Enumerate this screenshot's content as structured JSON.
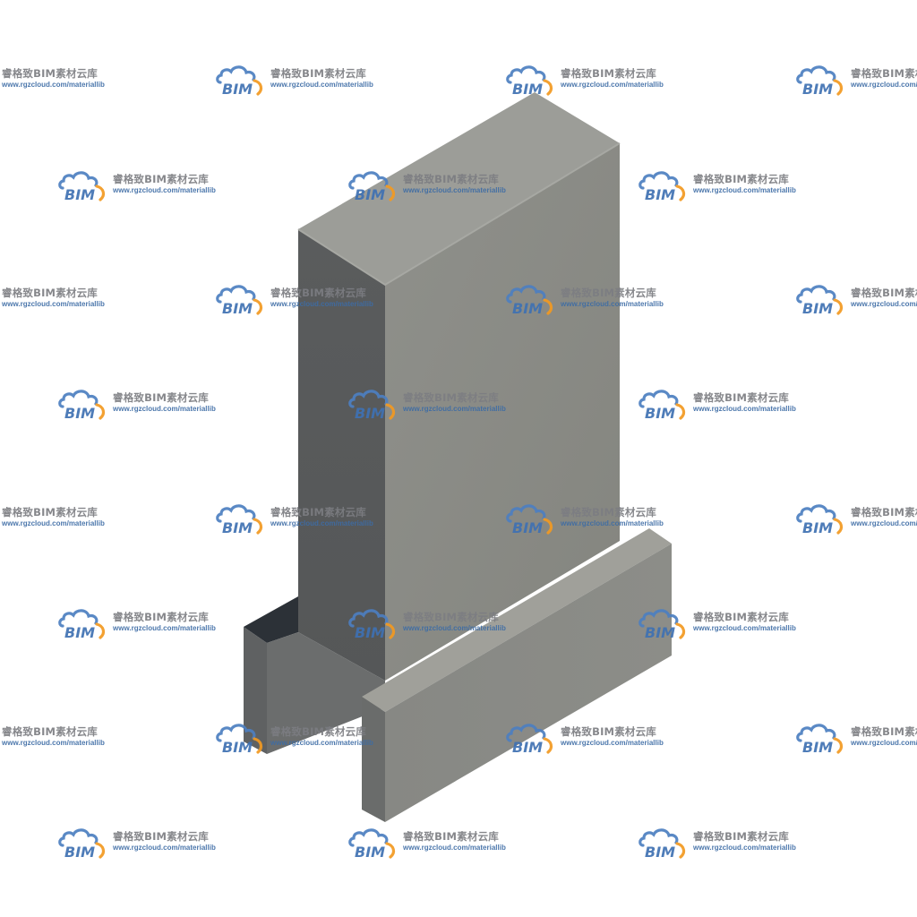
{
  "watermark": {
    "logo_text": "BIM",
    "title": "睿格致BIM素材云库",
    "url": "www.rgzcloud.com/materiallib",
    "logo_icon": "cloud-bim-logo-icon"
  },
  "model": {
    "object": "precast-wall-component",
    "parts": [
      "main-wall-panel",
      "bottom-ledge",
      "left-corbel"
    ]
  },
  "colors": {
    "background": "#ffffff",
    "panel_front": "#8a8b86",
    "panel_top": "#9c9d98",
    "panel_side": "#595b5b",
    "ledge_front": "#878884",
    "ledge_top": "#a0a09a",
    "ledge_end": "#6a6c6b",
    "corbel_front": "#6c6e6e",
    "corbel_top": "#2c3137",
    "watermark_title": "#7c7d82",
    "watermark_url": "#3d6ca5",
    "logo_cloud": "#4d7fc1",
    "logo_arc": "#f39a21"
  }
}
